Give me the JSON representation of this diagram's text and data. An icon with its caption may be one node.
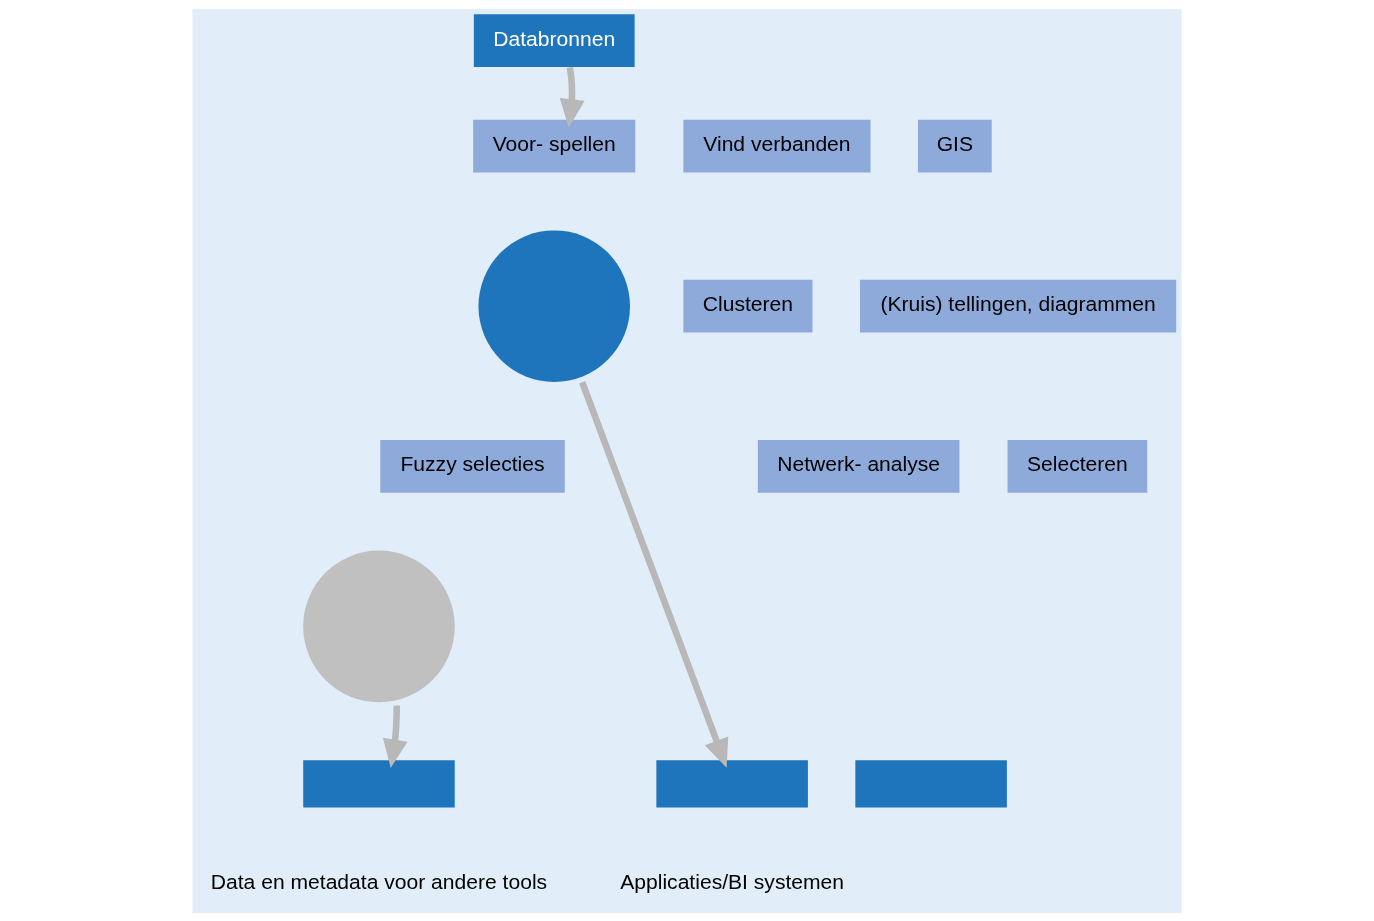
{
  "diagram": {
    "nodes": [
      {
        "text": [
          "Databronnen"
        ]
      },
      {
        "text": [
          "Vind verbanden"
        ]
      },
      {
        "text": [
          "Voor- spellen"
        ]
      },
      {
        "text": [
          "GIS"
        ]
      },
      {
        "text": [
          "Clusteren"
        ]
      },
      {
        "text": [
          "(Kruis) tellingen, diagrammen"
        ]
      },
      {
        "text": [],
        "shape": "ring"
      },
      {
        "text": [
          "Netwerk- analyse"
        ]
      },
      {
        "text": [
          "Selecteren"
        ]
      },
      {
        "text": [
          "Fuzzy selecties"
        ]
      },
      {
        "text": [],
        "shape": "ring"
      },
      {
        "text": [],
        "shape": "box",
        "beside": [
          "Applicaties/BI systemen"
        ]
      },
      {
        "text": [],
        "shape": "box"
      },
      {
        "text": [],
        "shape": "box"
      }
    ],
    "edges": [
      {
        "from": 0,
        "to": 2,
        "arrow": "to"
      },
      {
        "from": 6,
        "to": 11,
        "arrow": "to"
      },
      {
        "from": 10,
        "to": 12,
        "arrow": "to"
      }
    ],
    "labels": [
      "Data en metadata voor andere tools"
    ]
  }
}
